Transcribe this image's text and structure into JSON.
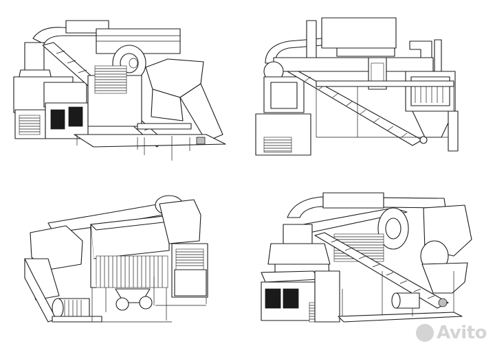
{
  "watermark": {
    "brand": "Avito",
    "brand_color": "#cfcfcf"
  },
  "views": [
    {
      "id": "view-1",
      "icon": "machine-isometric-front-left"
    },
    {
      "id": "view-2",
      "icon": "machine-front-elevation"
    },
    {
      "id": "view-3",
      "icon": "machine-isometric-rear"
    },
    {
      "id": "view-4",
      "icon": "machine-isometric-front-right"
    }
  ]
}
